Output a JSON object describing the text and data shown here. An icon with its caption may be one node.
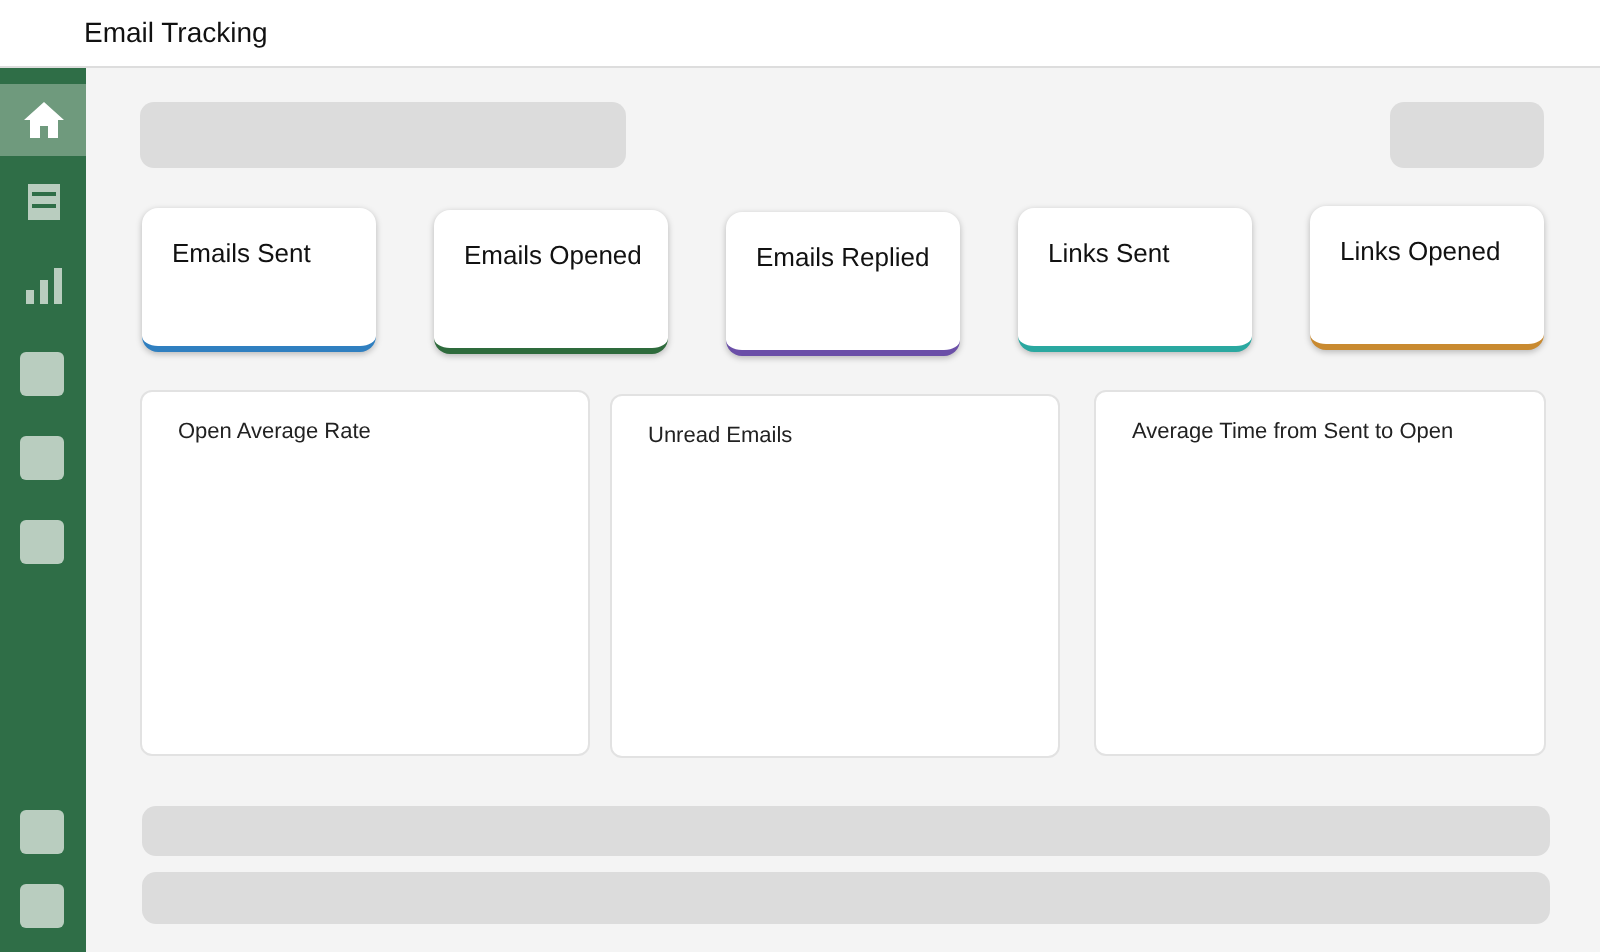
{
  "diagram": {
    "title": "Email Tracking",
    "nodes": [
      {
        "text": [
          "Emails Sent"
        ]
      },
      {
        "text": [
          "Emails Opened"
        ]
      },
      {
        "text": [
          "Emails Replied"
        ]
      },
      {
        "text": [
          "Links Sent"
        ]
      },
      {
        "text": [
          "Links Opened"
        ]
      },
      {
        "text": [
          "Open Average Rate"
        ]
      },
      {
        "text": [
          "Unread Emails"
        ]
      },
      {
        "text": [
          "Average Time from Sent to Open"
        ]
      }
    ],
    "edges": []
  }
}
